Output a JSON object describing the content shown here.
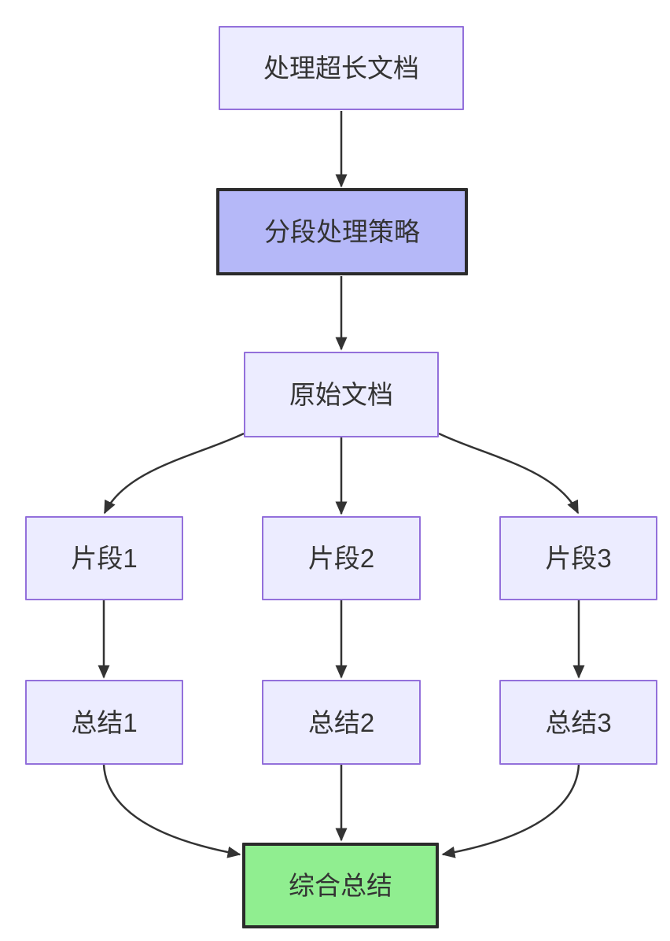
{
  "diagram": {
    "type": "flowchart",
    "direction": "top-down",
    "nodes": [
      {
        "id": "start",
        "label": "处理超长文档",
        "style": "default"
      },
      {
        "id": "strategy",
        "label": "分段处理策略",
        "style": "highlight"
      },
      {
        "id": "source",
        "label": "原始文档",
        "style": "default"
      },
      {
        "id": "chunk1",
        "label": "片段1",
        "style": "default"
      },
      {
        "id": "chunk2",
        "label": "片段2",
        "style": "default"
      },
      {
        "id": "chunk3",
        "label": "片段3",
        "style": "default"
      },
      {
        "id": "summary1",
        "label": "总结1",
        "style": "default"
      },
      {
        "id": "summary2",
        "label": "总结2",
        "style": "default"
      },
      {
        "id": "summary3",
        "label": "总结3",
        "style": "default"
      },
      {
        "id": "final",
        "label": "综合总结",
        "style": "result"
      }
    ],
    "edges": [
      {
        "from": "start",
        "to": "strategy"
      },
      {
        "from": "strategy",
        "to": "source"
      },
      {
        "from": "source",
        "to": "chunk1"
      },
      {
        "from": "source",
        "to": "chunk2"
      },
      {
        "from": "source",
        "to": "chunk3"
      },
      {
        "from": "chunk1",
        "to": "summary1"
      },
      {
        "from": "chunk2",
        "to": "summary2"
      },
      {
        "from": "chunk3",
        "to": "summary3"
      },
      {
        "from": "summary1",
        "to": "final"
      },
      {
        "from": "summary2",
        "to": "final"
      },
      {
        "from": "summary3",
        "to": "final"
      }
    ],
    "colors": {
      "background": "#FFFFFF",
      "node_fill": "#ECECFF",
      "node_border": "#9370DB",
      "highlight_fill": "#B5B8F8",
      "highlight_border": "#2B2B2B",
      "result_fill": "#90EE90",
      "result_border": "#2B2B2B",
      "edge": "#333333",
      "text": "#333333"
    }
  }
}
